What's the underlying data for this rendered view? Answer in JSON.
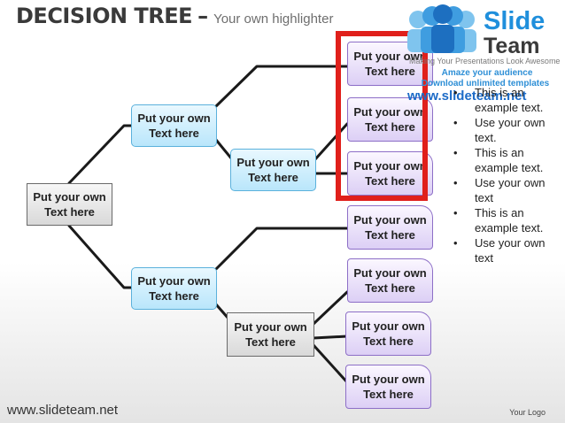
{
  "title": {
    "main": "DECISION TREE",
    "dash": "–",
    "subtitle": "Your own highlighter"
  },
  "nodes": {
    "root": "Put your own\nText here",
    "upper_mid": "Put your own\nText here",
    "upper_inner": "Put your own\nText here",
    "lower_mid": "Put your own\nText here",
    "lower_inner": "Put your own\nText here",
    "leaf_1": "Put your own\nText here",
    "leaf_2": "Put your own\nText here",
    "leaf_3": "Put your own\nText here",
    "leaf_4": "Put your own\nText here",
    "leaf_5": "Put your own\nText here",
    "leaf_6": "Put your own\nText here",
    "leaf_7": "Put your own\nText here"
  },
  "bullets": [
    "This is an example text.",
    "Use your own text.",
    "This is an example text.",
    "Use your own text",
    "This is an example text.",
    "Use your own text"
  ],
  "bullet_symbol": "•",
  "logo": {
    "word1": "Slide",
    "word2": "Team",
    "tagline": "Making Your Presentations Look Awesome",
    "line1": "Amaze your audience",
    "line2": "Download unlimited templates",
    "url": "www.slideteam.net"
  },
  "footer": {
    "website": "www.slideteam.net",
    "logo_placeholder": "Your Logo"
  },
  "colors": {
    "highlight": "#e0201b",
    "connector": "#1a1a1a",
    "blue_node": "#b9e6fb",
    "purple_node": "#dccff5",
    "gray_node": "#d9d9d9"
  }
}
